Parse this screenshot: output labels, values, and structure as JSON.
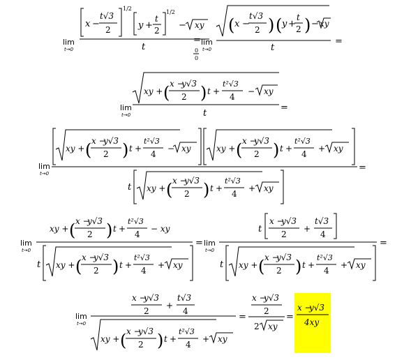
{
  "document": {
    "lim_word": "lim",
    "lim_sub": "t→0",
    "indeterminate_top": "0",
    "indeterminate_bottom": "0",
    "equals": "=",
    "highlight_color": "#ffff00",
    "pieces": {
      "x": "x",
      "y": "y",
      "t": "t",
      "xy": "xy",
      "minus": "−",
      "plus": "+",
      "sqrt3": "√3",
      "two": "2",
      "four": "4",
      "half_exp": "1/2",
      "tsqrt3": "t√3",
      "t2sqrt3": "t²√3",
      "ysqrt3": "y√3",
      "x_minus": "x −",
      "xy_plus": "xy +",
      "minus_xy": "− xy",
      "four_xy": "4xy",
      "two_sqrt_xy_coef": "2"
    }
  }
}
